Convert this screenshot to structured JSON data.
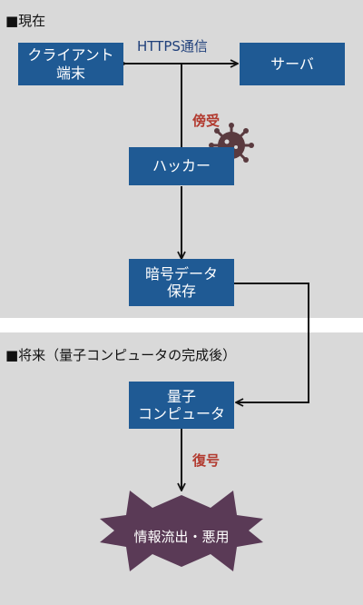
{
  "sections": {
    "current": "■現在",
    "future": "■将来（量子コンピュータの完成後）"
  },
  "nodes": {
    "client": "クライアント\n端末",
    "server": "サーバ",
    "hacker": "ハッカー",
    "stored": "暗号データ\n保存",
    "quantum": "量子\nコンピュータ",
    "outcome": "情報流出・悪用"
  },
  "edges": {
    "https": "HTTPS通信",
    "intercept": "傍受",
    "decrypt": "復号"
  },
  "icons": {
    "hacker_badge": "virus-icon"
  },
  "colors": {
    "box": "#1f5a94",
    "arrow": "#111111",
    "label_blue": "#1f3f7a",
    "label_red": "#b23a2f",
    "virus": "#5a3a3f",
    "burst": "#5a3a56",
    "panel": "#d9d9d9"
  }
}
